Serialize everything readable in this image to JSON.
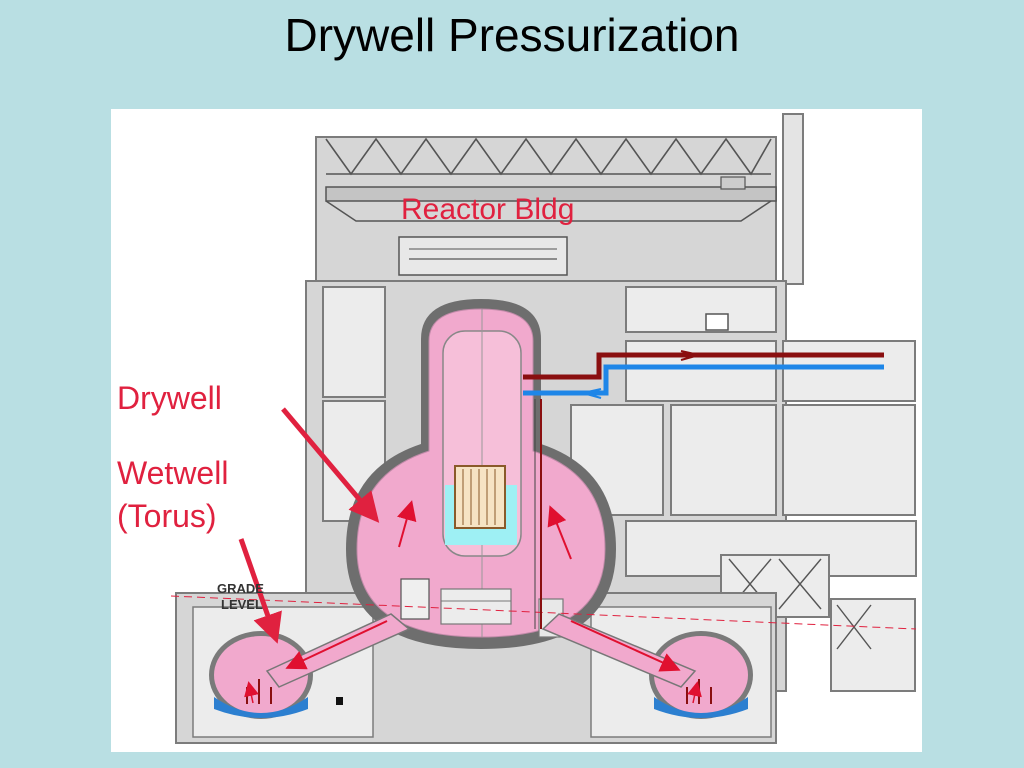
{
  "slide": {
    "title": "Drywell Pressurization"
  },
  "diagram": {
    "labels": {
      "reactor_building": "Reactor Bldg",
      "drywell": "Drywell",
      "wetwell": "Wetwell",
      "torus": "(Torus)",
      "grade_line_1": "GRADE",
      "grade_line_2": "LEVEL"
    },
    "colors": {
      "background": "#b9dfe3",
      "panel": "#ffffff",
      "structure_gray": "#d6d6d6",
      "structure_dark": "#7c7c7c",
      "containment_pink": "#f1a9cd",
      "water_cyan": "#9ef0f4",
      "water_blue": "#2c7fd0",
      "label_red": "#e0213f",
      "arrow_red": "#e01030",
      "steam_line_dark_red": "#8a0f10",
      "feedwater_blue": "#1e86e8"
    }
  }
}
